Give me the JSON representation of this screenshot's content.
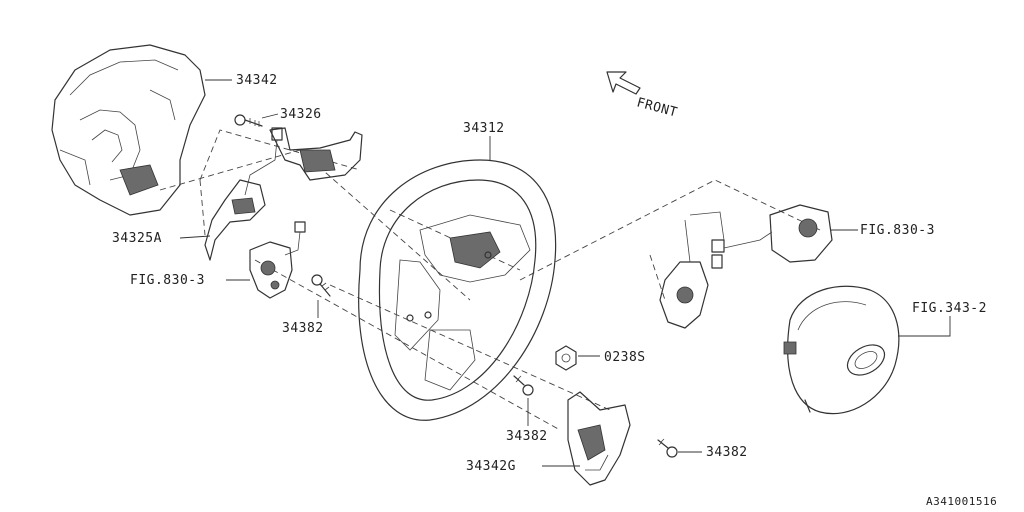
{
  "diagram": {
    "direction": "FRONT",
    "catalog_code": "A341001516",
    "labels": {
      "p34342": "34342",
      "p34326": "34326",
      "p34312": "34312",
      "p34325A": "34325A",
      "fig830_left": "FIG.830-3",
      "p34382_a": "34382",
      "p0238S": "0238S",
      "fig830_right": "FIG.830-3",
      "fig343": "FIG.343-2",
      "p34382_b": "34382",
      "p34342G": "34342G",
      "p34382_c": "34382"
    }
  }
}
